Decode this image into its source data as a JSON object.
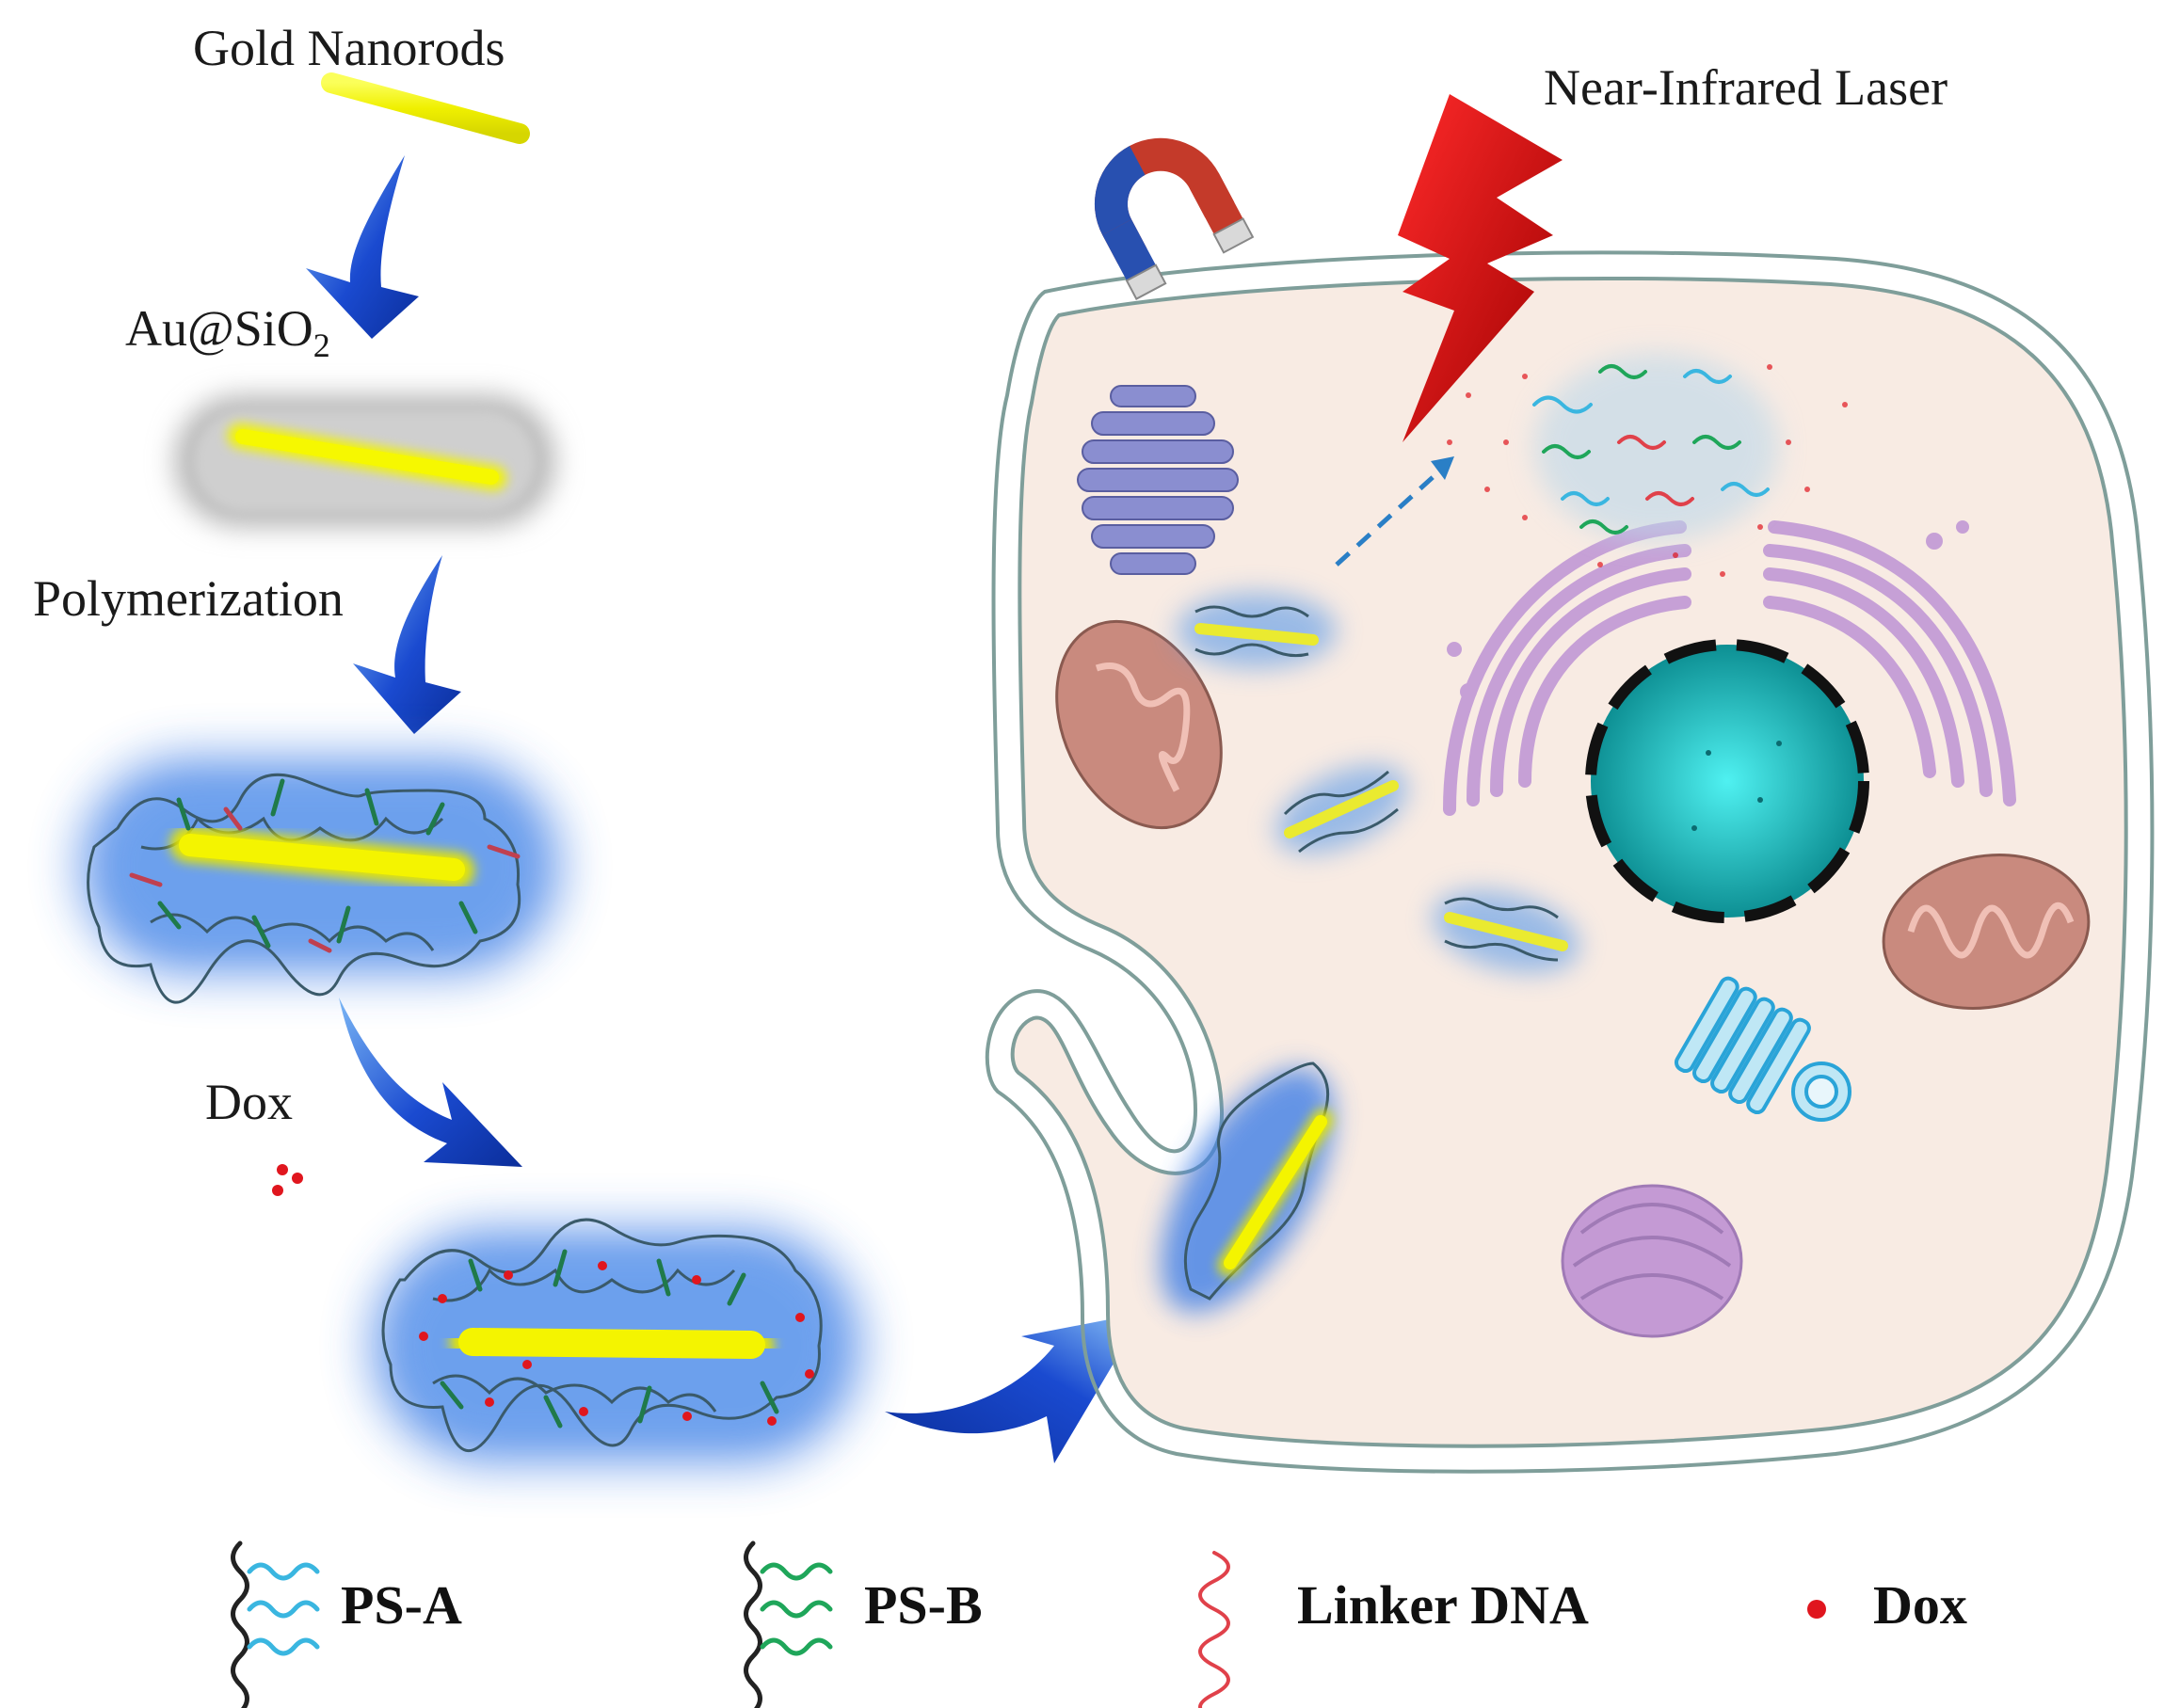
{
  "labels": {
    "gold_nanorods": "Gold Nanorods",
    "au_sio2_main": "Au@SiO",
    "au_sio2_sub": "2",
    "polymerization": "Polymerization",
    "dox_step": "Dox",
    "nir_laser": "Near-Infrared Laser"
  },
  "legend": {
    "ps_a": "PS-A",
    "ps_b": "PS-B",
    "linker_dna": "Linker DNA",
    "dox": "Dox"
  },
  "colors": {
    "nanorod": "#f2f200",
    "silica_shell": "#b8b8b8",
    "polymer_glow": "#3f7fe6",
    "arrow": "#1a45c8",
    "cell_cytoplasm": "#f8ebe3",
    "cell_membrane": "#c9d9d6",
    "nucleus": "#14b4b4",
    "laser": "#e01010",
    "ps_a_strand": "#3ab6e0",
    "ps_b_strand": "#1fa65a",
    "linker_dna_strand": "#e0414a",
    "dox_dot": "#e0161e",
    "golgi": "#8a8ed0",
    "mitochondria": "#c98a7e",
    "er": "#c6a0d6"
  },
  "icons": [
    "magnet-icon",
    "laser-bolt-icon"
  ]
}
